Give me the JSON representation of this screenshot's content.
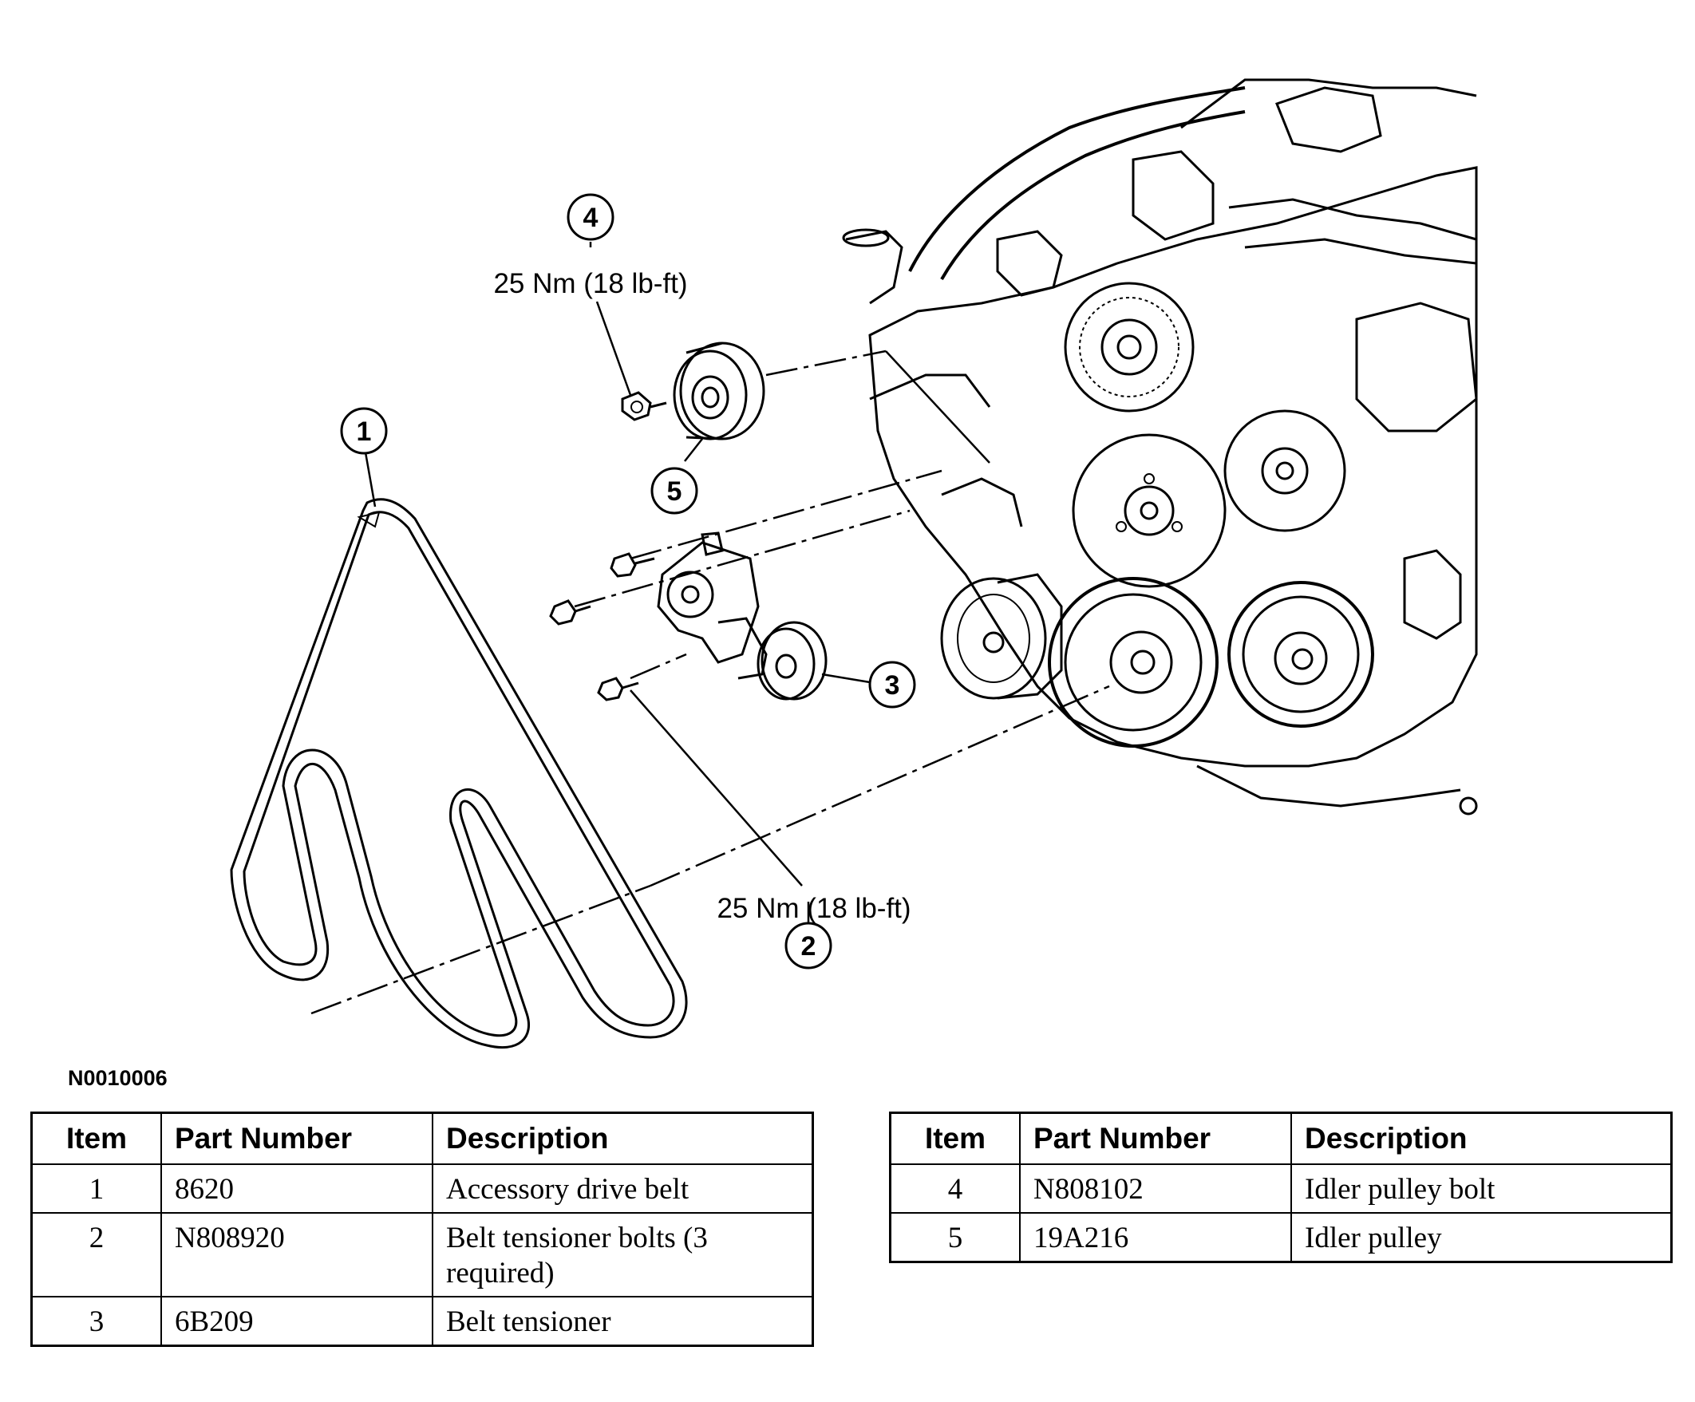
{
  "callouts": {
    "c1": "1",
    "c2": "2",
    "c3": "3",
    "c4": "4",
    "c5": "5"
  },
  "torque": {
    "upper": "25 Nm (18 lb-ft)",
    "lower": "25 Nm (18 lb-ft)"
  },
  "figure_id": "N0010006",
  "table_headers": {
    "item": "Item",
    "part_number": "Part Number",
    "description": "Description"
  },
  "table_left": [
    {
      "item": "1",
      "part_number": "8620",
      "description": "Accessory drive belt"
    },
    {
      "item": "2",
      "part_number": "N808920",
      "description": "Belt tensioner bolts (3 required)"
    },
    {
      "item": "3",
      "part_number": "6B209",
      "description": "Belt tensioner"
    }
  ],
  "table_right": [
    {
      "item": "4",
      "part_number": "N808102",
      "description": "Idler pulley bolt"
    },
    {
      "item": "5",
      "part_number": "19A216",
      "description": "Idler pulley"
    }
  ]
}
